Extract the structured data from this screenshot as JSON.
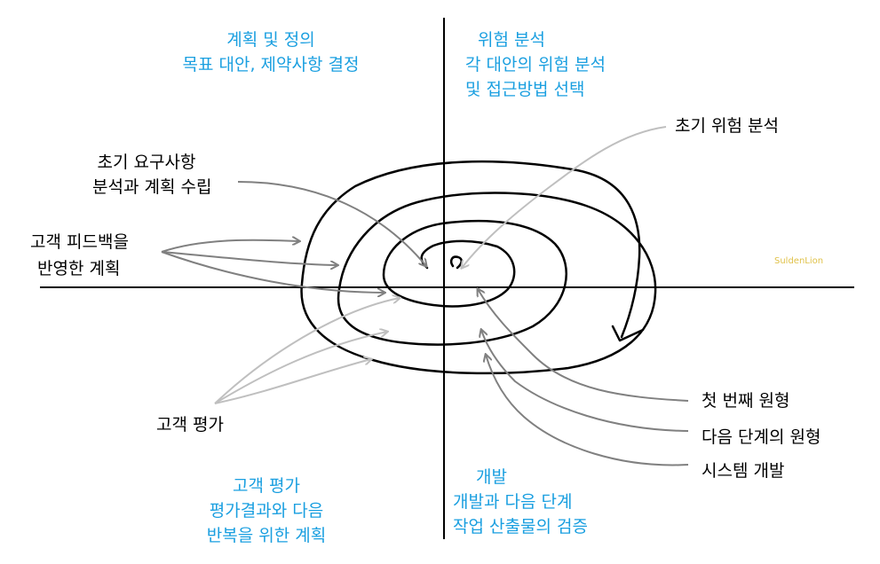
{
  "quadrants": {
    "planning": {
      "title": "계획 및 정의",
      "desc": "목표 대안, 제약사항 결정"
    },
    "risk": {
      "title": "위험 분석",
      "line1": "각 대안의 위험 분석",
      "line2": "및 접근방법 선택"
    },
    "evaluation": {
      "title": "고객 평가",
      "line1": "평가결과와 다음",
      "line2": "반복을 위한 계획"
    },
    "development": {
      "title": "개발",
      "line1": "개발과 다음 단계",
      "line2": "작업 산출물의 검증"
    }
  },
  "annotations": {
    "initial_req_1": "초기 요구사항",
    "initial_req_2": "분석과 계획 수립",
    "feedback_1": "고객 피드백을",
    "feedback_2": "반영한 계획",
    "customer_eval": "고객 평가",
    "initial_risk": "초기 위험 분석",
    "first_proto": "첫 번째 원형",
    "next_proto": "다음 단계의 원형",
    "system_dev": "시스템 개발"
  },
  "watermark": "SuldenLion",
  "colors": {
    "quadrant_text": "#1a9fe0",
    "arrow_dark": "#808080",
    "arrow_light": "#bfbfbf",
    "spiral": "#000000"
  }
}
